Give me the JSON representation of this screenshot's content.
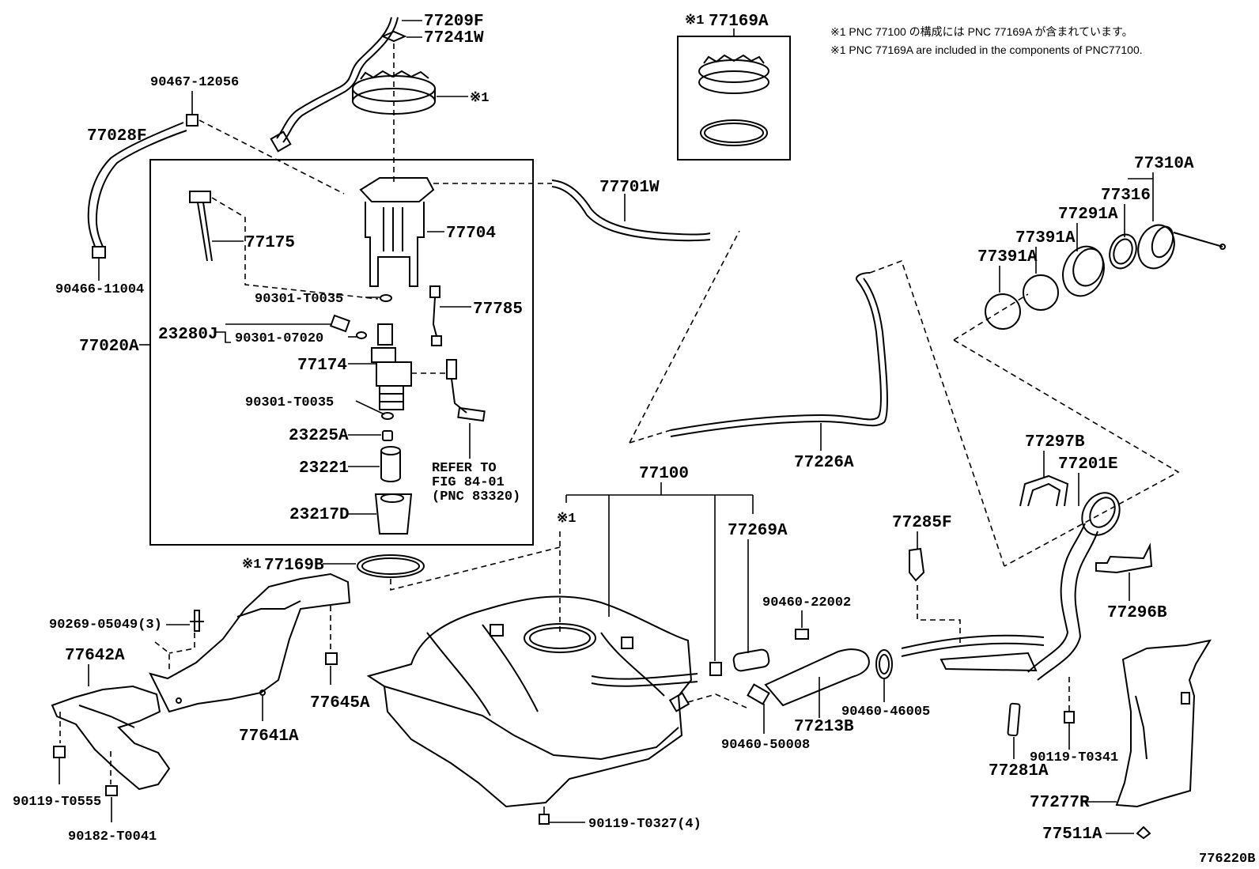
{
  "notes": {
    "jp": "※1 PNC 77100 の構成には PNC 77169A が含まれています。",
    "en": "※1 PNC 77169A are included in the components of PNC77100."
  },
  "figure_id": "776220B",
  "marker": "※1",
  "refer": {
    "line1": "REFER TO",
    "line2": "FIG 84-01",
    "line3": "(PNC 83320)"
  },
  "parts": {
    "p77209F": "77209F",
    "p77241W": "77241W",
    "p90467_12056": "90467-12056",
    "p77028F": "77028F",
    "p90466_11004": "90466-11004",
    "p77169A": "77169A",
    "p77701W": "77701W",
    "p77175": "77175",
    "p77704": "77704",
    "p90301_T0035a": "90301-T0035",
    "p77785": "77785",
    "p23280J": "23280J",
    "p90301_07020": "90301-07020",
    "p77020A": "77020A",
    "p77174": "77174",
    "p90301_T0035b": "90301-T0035",
    "p23225A": "23225A",
    "p23221": "23221",
    "p23217D": "23217D",
    "p77169B": "77169B",
    "p77100": "77100",
    "p77269A": "77269A",
    "p90460_22002": "90460-22002",
    "p77226A": "77226A",
    "p77285F": "77285F",
    "p77310A": "77310A",
    "p77316": "77316",
    "p77291A": "77291A",
    "p77391A_1": "77391A",
    "p77391A_2": "77391A",
    "p77297B": "77297B",
    "p77201E": "77201E",
    "p77296B": "77296B",
    "p90269_05049": "90269-05049(3)",
    "p77642A": "77642A",
    "p77645A": "77645A",
    "p77641A": "77641A",
    "p90119_T0555": "90119-T0555",
    "p90182_T0041": "90182-T0041",
    "p90119_T0327": "90119-T0327(4)",
    "p77213B": "77213B",
    "p90460_50008": "90460-50008",
    "p90460_46005": "90460-46005",
    "p90119_T0341": "90119-T0341",
    "p77281A": "77281A",
    "p77277R": "77277R",
    "p77511A": "77511A"
  }
}
